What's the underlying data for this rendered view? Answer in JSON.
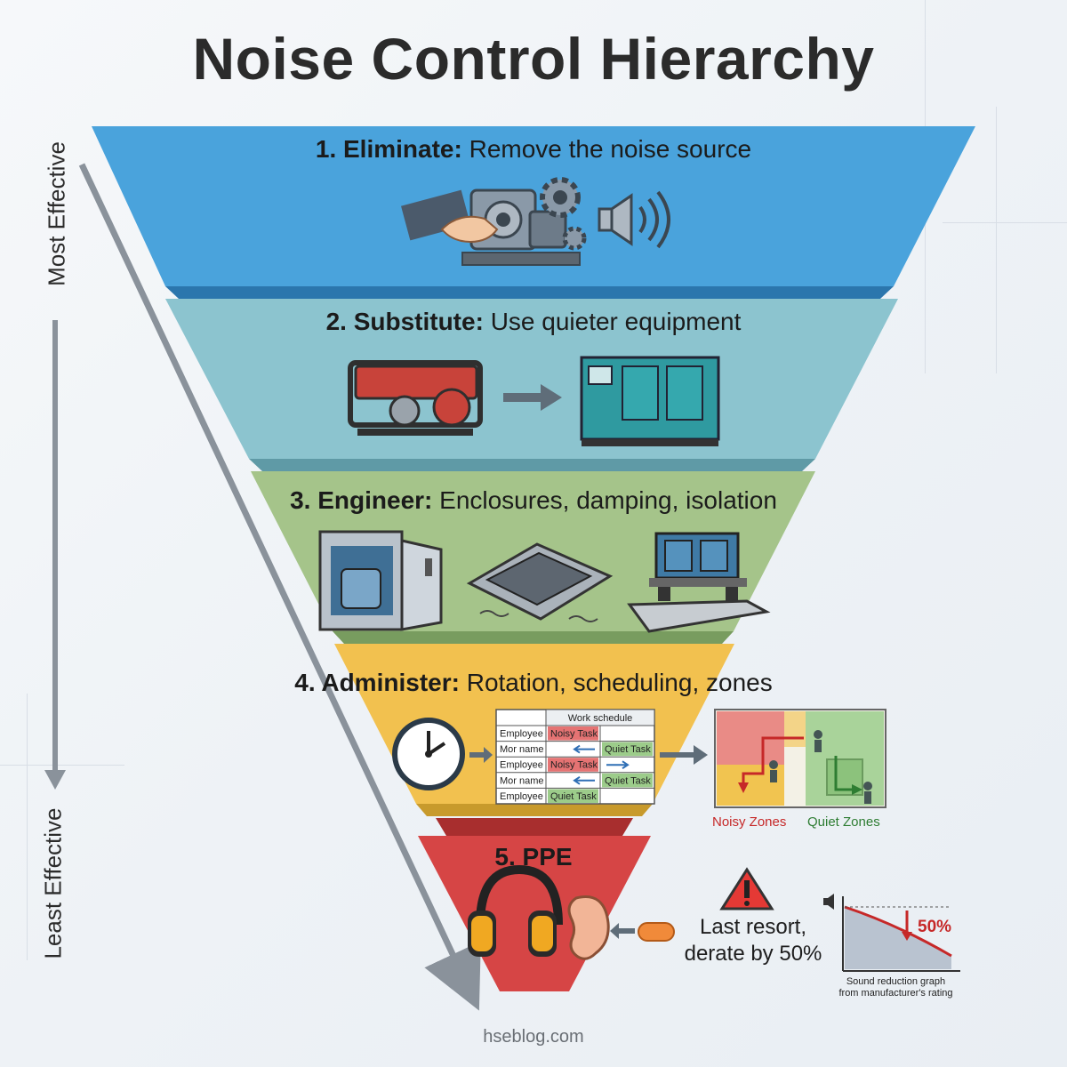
{
  "title": "Noise Control Hierarchy",
  "side": {
    "top": "Most Effective",
    "bottom": "Least Effective"
  },
  "tiers": [
    {
      "num": "1. Eliminate:",
      "desc": "Remove the noise source",
      "color": "#4aa3dc"
    },
    {
      "num": "2. Substitute:",
      "desc": "Use quieter equipment",
      "color": "#8cc4cf"
    },
    {
      "num": "3. Engineer:",
      "desc": "Enclosures, damping, isolation",
      "color": "#a5c48a"
    },
    {
      "num": "4. Administer:",
      "desc": "Rotation, scheduling, zones",
      "color": "#f2c14f"
    },
    {
      "num": "5. PPE",
      "desc": "",
      "color": "#d64545"
    }
  ],
  "schedule": {
    "header": "Work schedule",
    "rows": [
      {
        "name": "Employee",
        "task": "Noisy Task",
        "type": "noisy"
      },
      {
        "name": "Mor name",
        "task": "Quiet Task",
        "type": "quiet"
      },
      {
        "name": "Employee",
        "task": "Noisy Task",
        "type": "noisy"
      },
      {
        "name": "Mor name",
        "task": "Quiet Task",
        "type": "quiet"
      },
      {
        "name": "Employee",
        "task": "Quiet Task",
        "type": "quiet2"
      }
    ]
  },
  "zones": {
    "noisy": "Noisy Zones",
    "quiet": "Quiet Zones"
  },
  "ppe_note": {
    "line1": "Last resort,",
    "line2": "derate by 50%"
  },
  "graph": {
    "percent": "50%",
    "caption1": "Sound reduction graph",
    "caption2": "from manufacturer's rating"
  },
  "footer": "hseblog.com"
}
